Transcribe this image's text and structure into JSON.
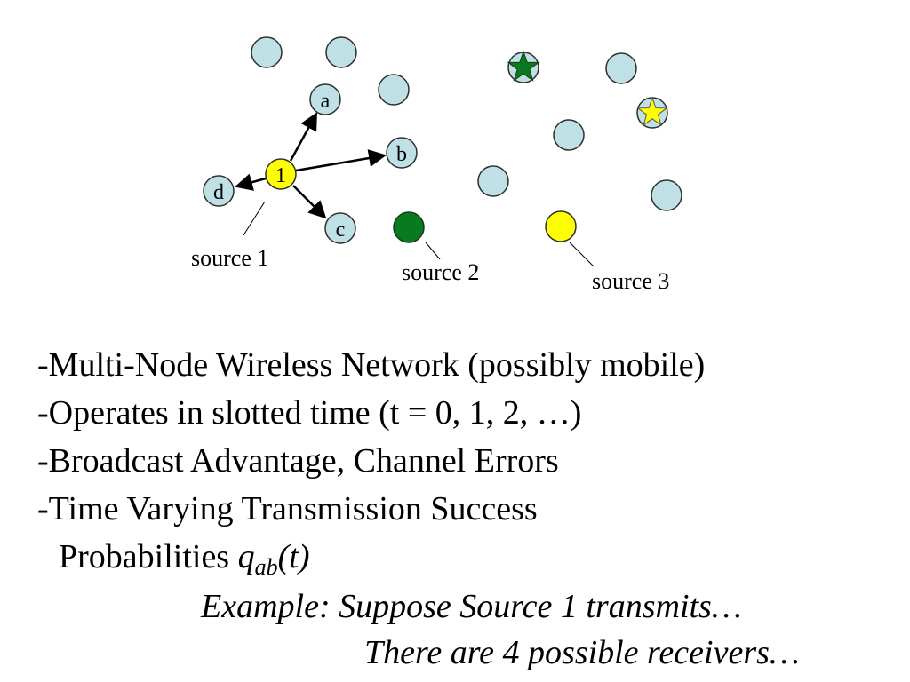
{
  "diagram": {
    "node_labels": {
      "source1_node": "1",
      "a": "a",
      "b": "b",
      "c": "c",
      "d": "d"
    },
    "source_labels": [
      "source 1",
      "source 2",
      "source 3"
    ],
    "colors": {
      "node_fill": "#bfe0e5",
      "node_stroke": "#2e2e2e",
      "source1": "#ffff00",
      "source2": "#0a7a1f",
      "source3": "#ffff00",
      "star_green": "#0a7a1f",
      "star_yellow": "#ffff00"
    }
  },
  "bullets": [
    "-Multi-Node Wireless Network (possibly mobile)",
    "-Operates in slotted time (t = 0, 1, 2, …)",
    "-Broadcast Advantage, Channel Errors",
    "-Time Varying Transmission Success"
  ],
  "probabilities": {
    "prefix": "Probabilities ",
    "symbol": "q",
    "subscript": "ab",
    "suffix": "(t)"
  },
  "example": {
    "line1": "Example: Suppose Source 1 transmits…",
    "line2": "There are 4 possible receivers…"
  }
}
